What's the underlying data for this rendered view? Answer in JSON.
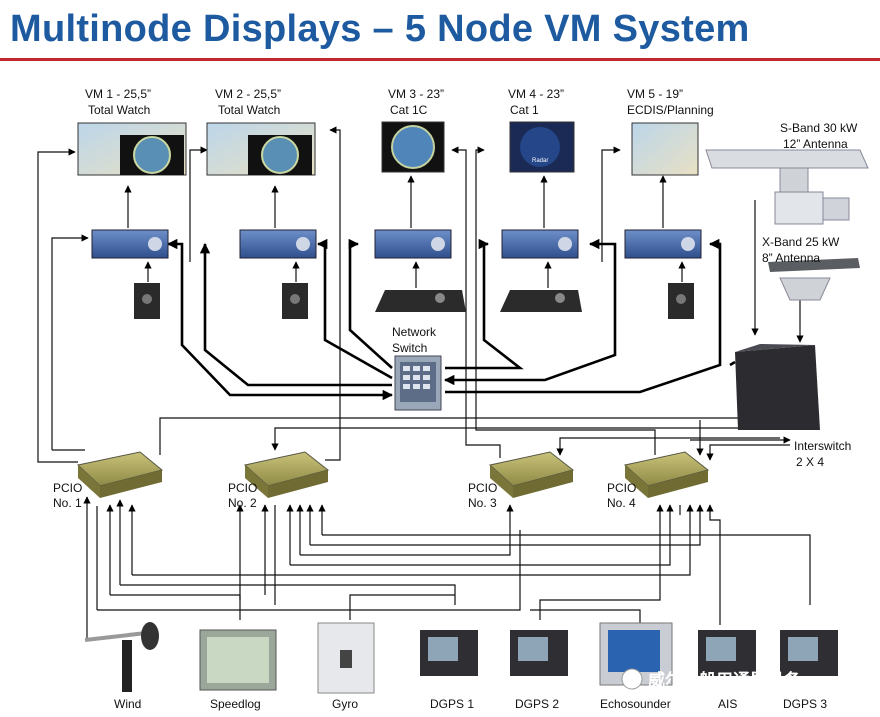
{
  "title": "Multinode Displays – 5 Node VM System",
  "vm": [
    {
      "line1": "VM 1 - 25,5”",
      "line2": "Total Watch"
    },
    {
      "line1": "VM 2  - 25,5”",
      "line2": "Total Watch"
    },
    {
      "line1": "VM 3 - 23”",
      "line2": "Cat 1C"
    },
    {
      "line1": "VM 4 - 23”",
      "line2": "Cat 1"
    },
    {
      "line1": "VM 5 - 19”",
      "line2": "ECDIS/Planning"
    }
  ],
  "sband": {
    "line1": "S-Band 30 kW",
    "line2": "12” Antenna"
  },
  "xband": {
    "line1": "X-Band 25 kW",
    "line2": "8”  Antenna"
  },
  "switch": {
    "line1": "Network",
    "line2": "Switch"
  },
  "interswitch": {
    "line1": "Interswitch",
    "line2": "2 X 4"
  },
  "pcio": [
    {
      "line1": "PCIO",
      "line2": "No. 1"
    },
    {
      "line1": "PCIO",
      "line2": "No. 2"
    },
    {
      "line1": "PCIO",
      "line2": "No. 3"
    },
    {
      "line1": "PCIO",
      "line2": "No. 4"
    }
  ],
  "sensors": [
    "Wind",
    "Speedlog",
    "Gyro",
    "DGPS 1",
    "DGPS 2",
    "Echosounder",
    "AIS",
    "DGPS 3"
  ],
  "radar_label": "Radar",
  "watermark": "威尔逊船用通导设备"
}
